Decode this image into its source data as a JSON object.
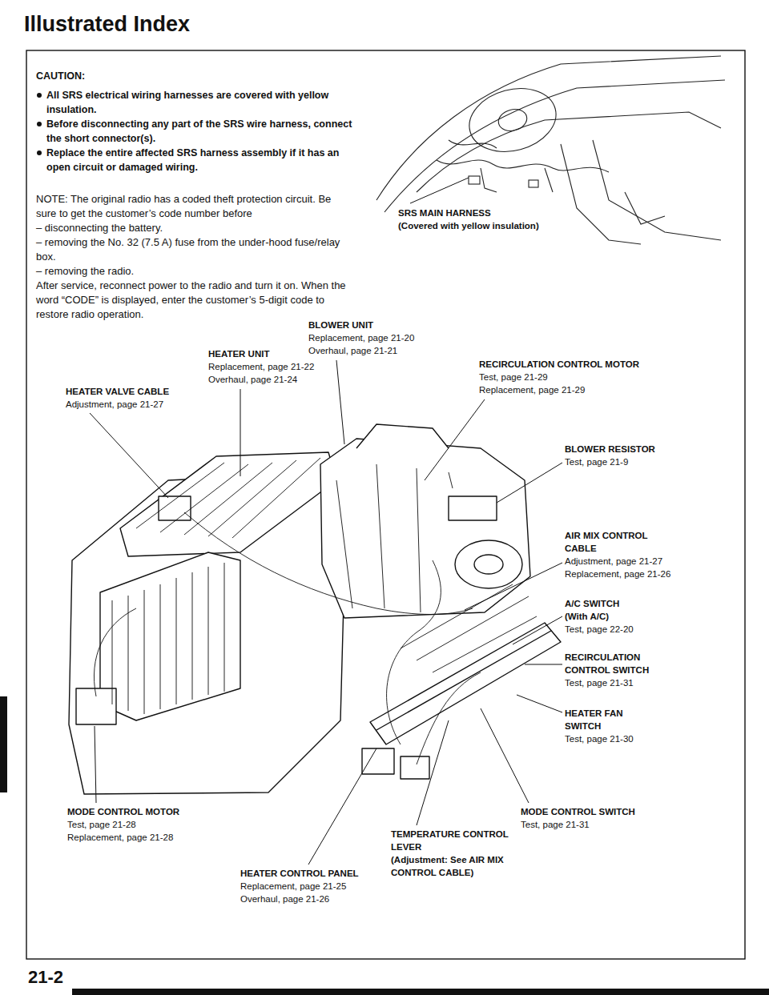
{
  "diagram": {
    "title": "Illustrated Index",
    "labels": [
      "CAUTION:",
      "All SRS electrical wiring harnesses are covered with yellow insulation.",
      "Before disconnecting any part of the SRS wire harness, connect the short connector(s).",
      "Replace the entire affected SRS harness assembly if it has an open circuit or damaged wiring.",
      "NOTE: The original radio has a coded theft protection circuit. Be sure to get the customer’s code number before",
      "– disconnecting the battery.",
      "– removing the No. 32 (7.5 A) fuse from the under-hood fuse/relay box.",
      "– removing the radio.",
      "After service, reconnect power to the radio and turn it on. When the word “CODE” is displayed, enter the customer’s 5-digit code to restore radio operation.",
      "SRS MAIN HARNESS",
      "(Covered with yellow insulation)",
      "BLOWER UNIT",
      "Replacement, page 21-20",
      "Overhaul, page 21-21",
      "HEATER UNIT",
      "Replacement, page 21-22",
      "Overhaul, page 21-24",
      "HEATER VALVE CABLE",
      "Adjustment, page 21-27",
      "RECIRCULATION CONTROL MOTOR",
      "Test, page 21-29",
      "Replacement, page 21-29",
      "BLOWER RESISTOR",
      "Test, page 21-9",
      "AIR MIX CONTROL CABLE",
      "Adjustment, page 21-27",
      "Replacement, page 21-26",
      "A/C SWITCH",
      "(With A/C)",
      "Test, page 22-20",
      "RECIRCULATION CONTROL SWITCH",
      "Test, page 21-31",
      "HEATER FAN SWITCH",
      "Test, page 21-30",
      "MODE CONTROL MOTOR",
      "Test, page 21-28",
      "Replacement, page 21-28",
      "MODE CONTROL SWITCH",
      "Test, page 21-31",
      "TEMPERATURE CONTROL LEVER",
      "(Adjustment: See AIR MIX CONTROL CABLE)",
      "HEATER CONTROL PANEL",
      "Replacement, page 21-25",
      "Overhaul, page 21-26",
      "21-2"
    ]
  }
}
